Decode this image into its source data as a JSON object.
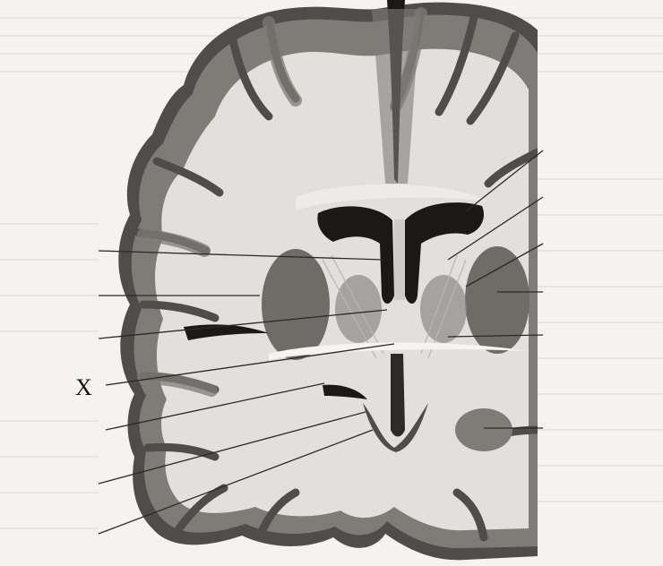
{
  "figure": {
    "marker_label": "X",
    "colors": {
      "paper": "#f4f3f0",
      "white_matter": "#e2e0dc",
      "cortex": "#7f7c78",
      "cortex_dark": "#4f4c49",
      "ventricle": "#1a1917",
      "nucleus": "#6f6c68",
      "leader_line": "#2a2a2a"
    },
    "pointer_lines": [
      "pointer-line-right-1",
      "pointer-line-right-2",
      "pointer-line-right-3",
      "pointer-line-right-4",
      "pointer-line-right-5",
      "pointer-line-right-6",
      "pointer-line-left-1",
      "pointer-line-left-2",
      "pointer-line-left-3",
      "pointer-line-left-4",
      "pointer-line-left-5",
      "pointer-line-left-6",
      "pointer-line-left-7",
      "pointer-line-left-8"
    ]
  }
}
